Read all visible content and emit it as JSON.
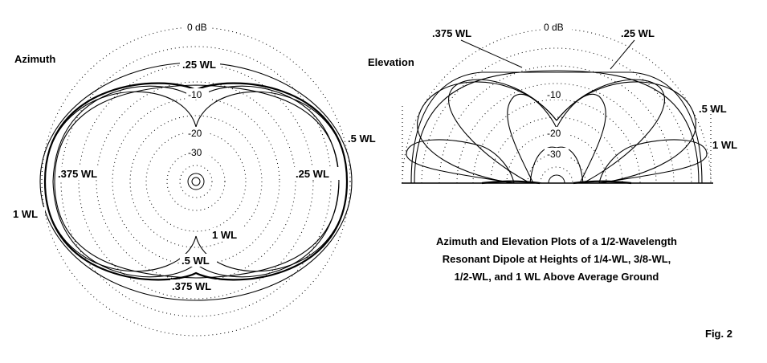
{
  "azimuth_plot": {
    "title": "Azimuth",
    "db_labels": [
      "0 dB",
      "-10",
      "-20",
      "-30"
    ],
    "curve_labels": [
      ".25 WL",
      ".5 WL",
      ".375 WL",
      ".25 WL",
      "1 WL",
      "1 WL",
      ".5 WL",
      ".375 WL"
    ]
  },
  "elevation_plot": {
    "title": "Elevation",
    "db_labels": [
      "0 dB",
      "-10",
      "-20",
      "-30"
    ],
    "curve_labels": [
      ".375 WL",
      ".25 WL",
      ".5 WL",
      "1 WL"
    ]
  },
  "caption": {
    "lines": [
      "Azimuth and Elevation Plots of a 1/2-Wavelength",
      "Resonant Dipole at Heights of 1/4-WL, 3/8-WL,",
      "1/2-WL, and 1 WL Above Average Ground"
    ]
  },
  "figure_number": "Fig. 2",
  "chart_data": [
    {
      "type": "polar",
      "title": "Azimuth",
      "radial_axis": {
        "unit": "dB",
        "ticks": [
          0,
          -10,
          -20,
          -30
        ]
      },
      "series": [
        {
          "name": ".25 WL"
        },
        {
          "name": ".375 WL"
        },
        {
          "name": ".5 WL"
        },
        {
          "name": "1 WL"
        }
      ]
    },
    {
      "type": "polar",
      "title": "Elevation",
      "radial_axis": {
        "unit": "dB",
        "ticks": [
          0,
          -10,
          -20,
          -30
        ]
      },
      "series": [
        {
          "name": ".25 WL"
        },
        {
          "name": ".375 WL"
        },
        {
          "name": ".5 WL"
        },
        {
          "name": "1 WL"
        }
      ]
    }
  ]
}
